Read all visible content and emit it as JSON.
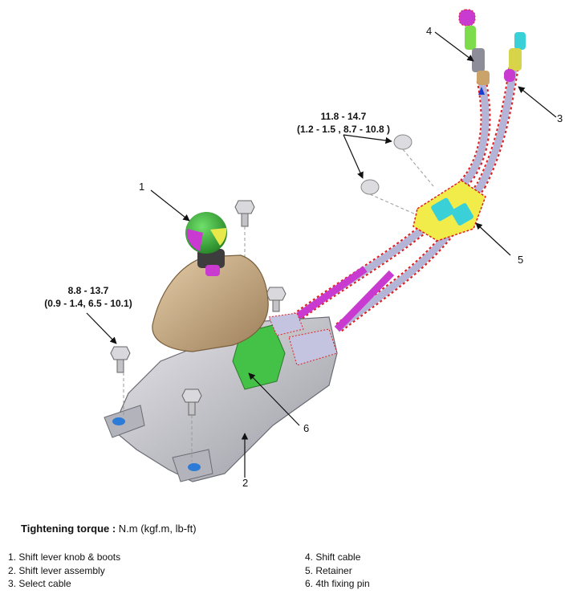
{
  "callouts": {
    "c1": "1",
    "c2": "2",
    "c3": "3",
    "c4": "4",
    "c5": "5",
    "c6": "6"
  },
  "torques": {
    "left_line1": "8.8 - 13.7",
    "left_line2": "(0.9 - 1.4, 6.5 - 10.1)",
    "right_line1": "11.8 - 14.7",
    "right_line2": "(1.2 - 1.5 , 8.7 - 10.8 )"
  },
  "legend": {
    "title_bold": "Tightening torque :",
    "title_rest": " N.m (kgf.m, lb-ft)",
    "left": [
      "1. Shift lever knob & boots",
      "2. Shift lever assembly",
      "3. Select cable"
    ],
    "right": [
      "4. Shift cable",
      "5. Retainer",
      "6. 4th fixing pin"
    ]
  },
  "colors": {
    "boot": "#c9ac86",
    "housing": "#c7c7cc",
    "cable": "#b4b4d6",
    "magenta": "#c83ad0",
    "retainer": "#f2ec4a",
    "green_part": "#44c247",
    "outline_red": "#e02020"
  }
}
